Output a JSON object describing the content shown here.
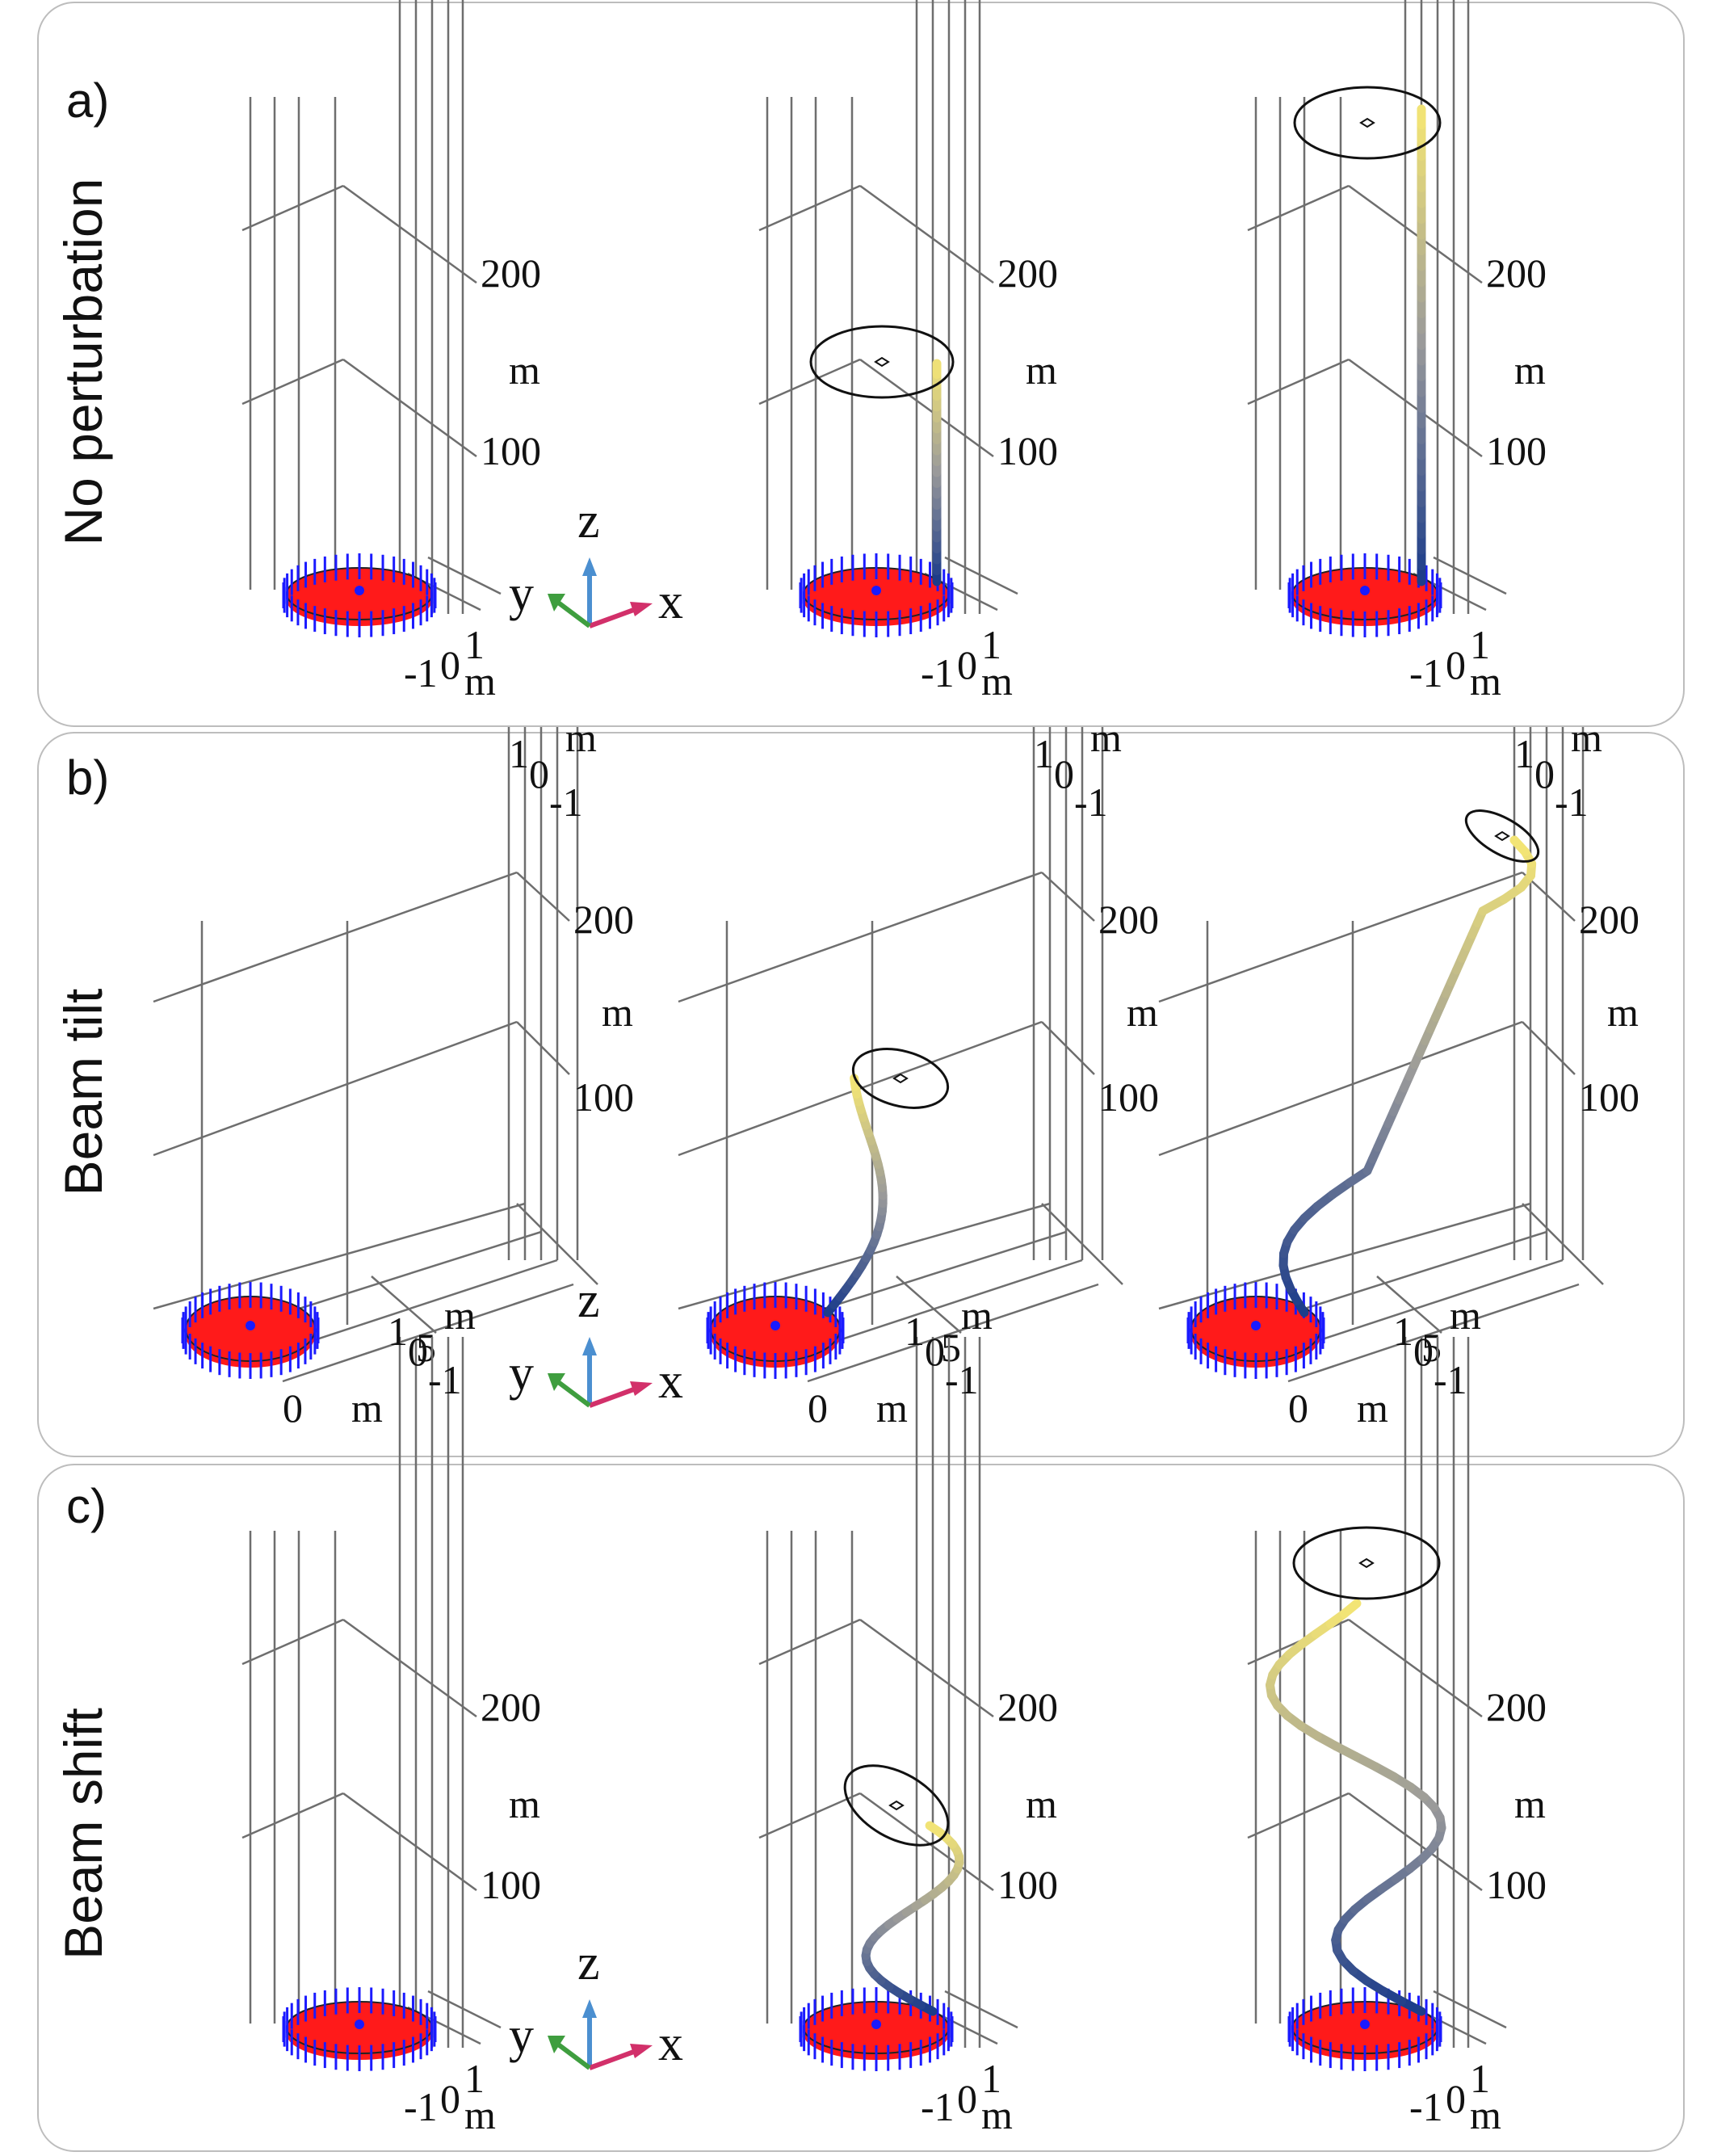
{
  "panels": [
    {
      "letter": "a)",
      "title": "No perturbation",
      "variant": "straight"
    },
    {
      "letter": "b)",
      "title": "Beam tilt",
      "variant": "tilt"
    },
    {
      "letter": "c)",
      "title": "Beam shift",
      "variant": "shift"
    }
  ],
  "axis_ticks": {
    "top": [
      "1",
      "0",
      "-1"
    ],
    "top_unit": "m",
    "z": [
      "200",
      "100"
    ],
    "z_unit": "m",
    "bottom": [
      "-1",
      "0",
      "1"
    ],
    "bottom_unit": "m",
    "bottom_tilt": [
      "0",
      "5"
    ],
    "bottom_tilt_unit": "m"
  },
  "triad": {
    "x": "x",
    "y": "y",
    "z": "z"
  },
  "colors": {
    "frame": "#bdbdbd",
    "grid": "#6e6e6e",
    "disk": "#ff1a1a",
    "arrows": "#1a1aff",
    "beam_low": "#1d3d8a",
    "beam_mid": "#9a9a9a",
    "beam_high": "#f7e873",
    "axis_x": "#d2306a",
    "axis_y": "#3f9e3f",
    "axis_z": "#4b8fd0"
  }
}
